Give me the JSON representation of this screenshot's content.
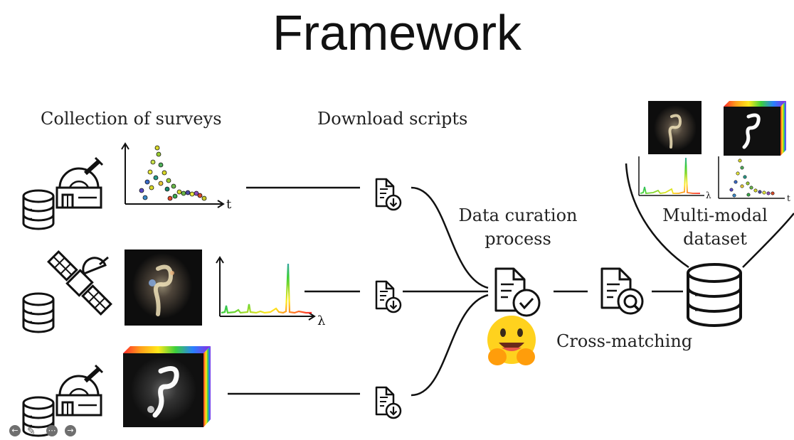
{
  "slide": {
    "title": "Framework",
    "labels": {
      "collection": "Collection of surveys",
      "download": "Download scripts",
      "curation": "Data curation process",
      "multimodal": "Multi-modal dataset",
      "crossmatch": "Cross-matching",
      "axis_t": "t",
      "axis_lambda": "λ"
    }
  },
  "icons": {
    "database": "database-icon",
    "observatory": "observatory-icon",
    "satellite": "satellite-icon",
    "download_doc": "document-download-icon",
    "curation_doc": "document-check-icon",
    "crossmatch_doc": "document-search-icon",
    "hugging_face": "hugging-face-emoji",
    "galaxy": "galaxy-image",
    "datacube": "rainbow-datacube"
  },
  "colors": {
    "line": "#111111",
    "hugging_yellow": "#FFD21E",
    "hugging_orange": "#FF9D0B",
    "nav_button": "#6f6f6f"
  },
  "presenter_controls": {
    "prev": "previous-icon",
    "pen": "pen-icon",
    "menu": "more-icon",
    "next": "next-icon"
  }
}
